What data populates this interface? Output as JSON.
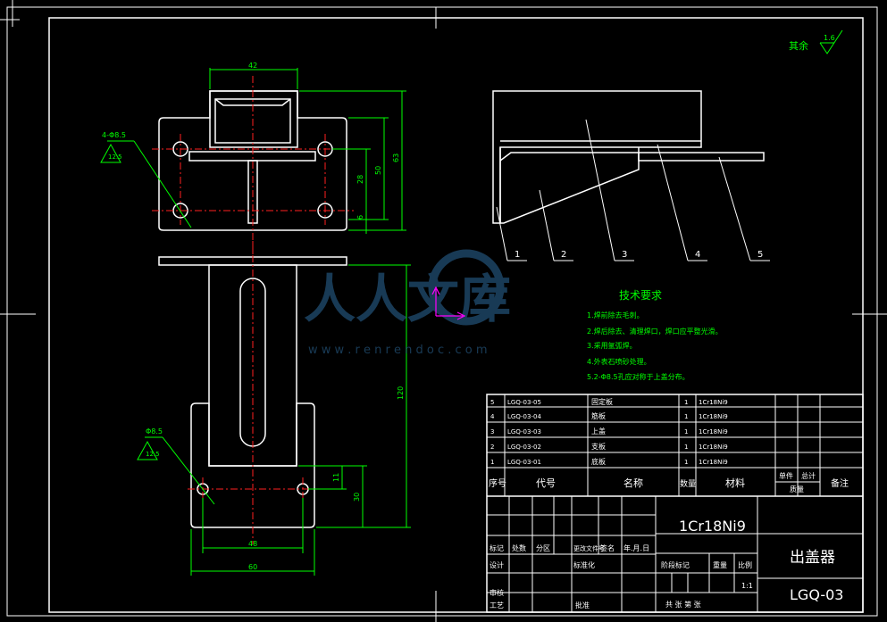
{
  "roughness": {
    "label": "其余",
    "value": "1.6"
  },
  "dims": {
    "d42": "42",
    "d63": "63",
    "d50": "50",
    "d28": "28",
    "d6": "6",
    "hole_top": "4-Φ8.5",
    "hole_top_r": "12.5",
    "d120": "120",
    "d11": "11",
    "d30": "30",
    "d48": "48",
    "d60": "60",
    "hole_bot": "Φ8.5",
    "hole_bot_r": "12.5"
  },
  "balloons": [
    "1",
    "2",
    "3",
    "4",
    "5"
  ],
  "watermark": {
    "text": "人人文库",
    "url": "w w w . r e n r e n d o c . c o m"
  },
  "tech": {
    "title": "技术要求",
    "items": [
      "1.焊前除去毛刺。",
      "2.焊后除去、清理焊口，焊口应平整光滑。",
      "3.采用氩弧焊。",
      "4.外表石喷砂处理。",
      "5.2-Φ8.5孔应对称于上盖分布。"
    ]
  },
  "bom": {
    "rows": [
      {
        "no": "5",
        "code": "LGQ-03-05",
        "name": "固定板",
        "qty": "1",
        "mat": "1Cr18Ni9"
      },
      {
        "no": "4",
        "code": "LGQ-03-04",
        "name": "筋板",
        "qty": "1",
        "mat": "1Cr18Ni9"
      },
      {
        "no": "3",
        "code": "LGQ-03-03",
        "name": "上盖",
        "qty": "1",
        "mat": "1Cr18Ni9"
      },
      {
        "no": "2",
        "code": "LGQ-03-02",
        "name": "支板",
        "qty": "1",
        "mat": "1Cr18Ni9"
      },
      {
        "no": "1",
        "code": "LGQ-03-01",
        "name": "底板",
        "qty": "1",
        "mat": "1Cr18Ni9"
      }
    ],
    "header": {
      "no": "序号",
      "code": "代号",
      "name": "名称",
      "qty": "数量",
      "mat": "材料",
      "unit": "单件",
      "total": "总计",
      "weight": "质量",
      "remark": "备注"
    }
  },
  "title_block": {
    "material": "1Cr18Ni9",
    "part_name": "出盖器",
    "drawing_no": "LGQ-03",
    "mark": "标记",
    "count": "处数",
    "zone": "分区",
    "doc": "更改文件号",
    "sign": "签名",
    "date": "年.月.日",
    "design": "设计",
    "std": "标准化",
    "review": "审核",
    "process": "工艺",
    "approve": "批准",
    "stage": "阶段标记",
    "mass": "重量",
    "scale": "比例",
    "scale_val": "1:1",
    "sheets": "共   张  第   张"
  }
}
